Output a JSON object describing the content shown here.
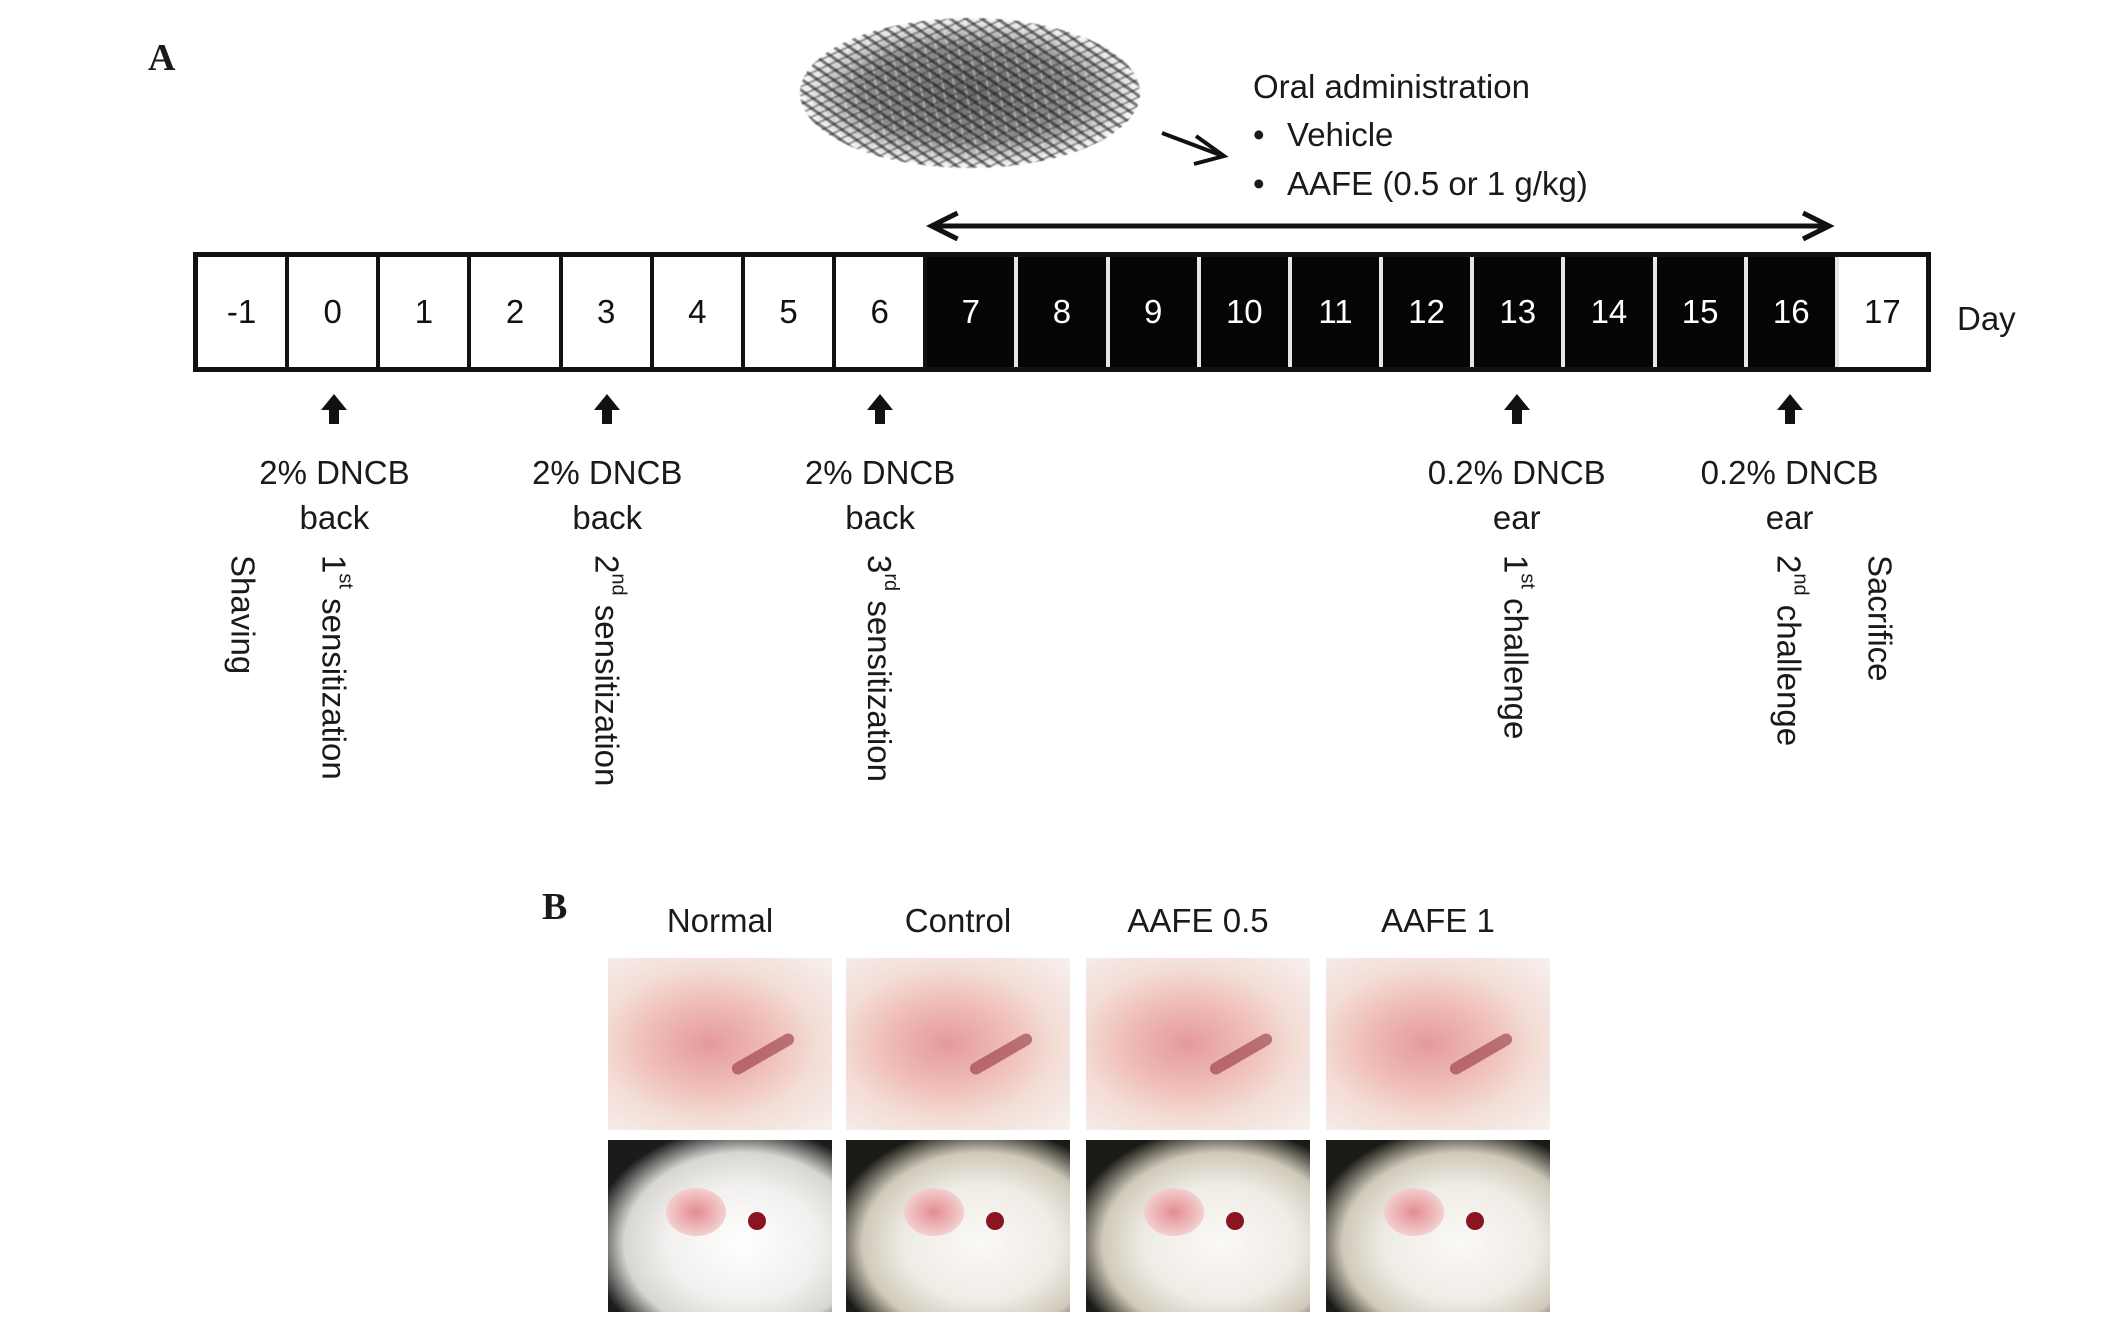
{
  "panels": {
    "a": "A",
    "b": "B"
  },
  "oral": {
    "title": "Oral administration",
    "bullet": "•",
    "items": [
      "Vehicle",
      "AAFE (0.5 or 1 g/kg)"
    ]
  },
  "timeline": {
    "unit_label": "Day",
    "days": [
      "-1",
      "0",
      "1",
      "2",
      "3",
      "4",
      "5",
      "6",
      "7",
      "8",
      "9",
      "10",
      "11",
      "12",
      "13",
      "14",
      "15",
      "16",
      "17"
    ],
    "administration_period_days": [
      "7",
      "16"
    ]
  },
  "events": [
    {
      "day": "0",
      "dose": "2% DNCB",
      "site": "back"
    },
    {
      "day": "3",
      "dose": "2% DNCB",
      "site": "back"
    },
    {
      "day": "6",
      "dose": "2% DNCB",
      "site": "back"
    },
    {
      "day": "13",
      "dose": "0.2% DNCB",
      "site": "ear"
    },
    {
      "day": "16",
      "dose": "0.2% DNCB",
      "site": "ear"
    }
  ],
  "phases": [
    {
      "day": "-1",
      "ord": "",
      "sup": "",
      "label": "Shaving"
    },
    {
      "day": "0",
      "ord": "1",
      "sup": "st",
      "label": " sensitization"
    },
    {
      "day": "3",
      "ord": "2",
      "sup": "nd",
      "label": " sensitization"
    },
    {
      "day": "6",
      "ord": "3",
      "sup": "rd",
      "label": " sensitization"
    },
    {
      "day": "13",
      "ord": "1",
      "sup": "st",
      "label": " challenge"
    },
    {
      "day": "16",
      "ord": "2",
      "sup": "nd",
      "label": " challenge"
    },
    {
      "day": "17",
      "ord": "",
      "sup": "",
      "label": "Sacrifice"
    }
  ],
  "groups": [
    "Normal",
    "Control",
    "AAFE 0.5",
    "AAFE 1"
  ],
  "photo_rows": [
    "ear",
    "mouse"
  ],
  "colors": {
    "timeline_dark": "#050505",
    "timeline_light": "#ffffff",
    "text": "#1a1a1a"
  }
}
